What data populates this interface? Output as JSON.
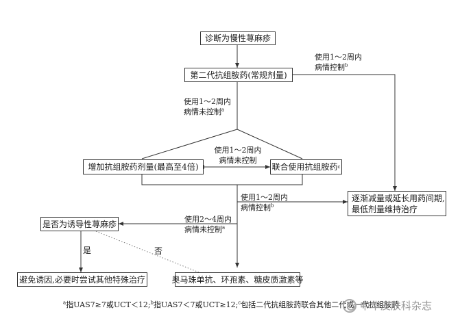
{
  "nodes": {
    "diagnosis": "诊断为慢性荨麻疹",
    "second_gen": "第二代抗组胺药(常规剂量)",
    "increase_dose": "增加抗组胺药剂量(最高至4倍)",
    "combine": "联合使用抗组胺药",
    "combine_sup": "c",
    "taper": [
      "逐渐减量或延长用药间期,",
      "最低剂量维持治疗"
    ],
    "inducible": "是否为诱导性荨麻疹",
    "avoid": "避免诱因,必要时尝试其他特殊治疗",
    "omalizumab": "奥马珠单抗、环孢素、糖皮质激素等"
  },
  "edge_labels": {
    "top_right": {
      "line1": "使用1～2周内",
      "line2": "病情控制",
      "sup": "b"
    },
    "upper_left": {
      "line1": "使用1～2周内",
      "line2": "病情未控制",
      "sup": "a"
    },
    "middle": {
      "line1": "使用1～2周内",
      "line2": "病情未控制"
    },
    "lower_right": {
      "line1": "使用1～2周内",
      "line2": "病情控制",
      "sup": "b"
    },
    "lower_left": {
      "line1": "使用2～4周内",
      "line2": "病情未控制",
      "sup": "a"
    },
    "yes": "是",
    "no": "否"
  },
  "footnote": {
    "a_sup": "a",
    "a_text": "指UAS7≥7或UCT＜12;",
    "b_sup": "b",
    "b_text": "指UAS7＜7或UCT≥12;",
    "c_sup": "c",
    "c_text": "包括二代抗组胺药联合其他二代或一代抗组胺药"
  },
  "watermark": "中华皮肤科杂志"
}
